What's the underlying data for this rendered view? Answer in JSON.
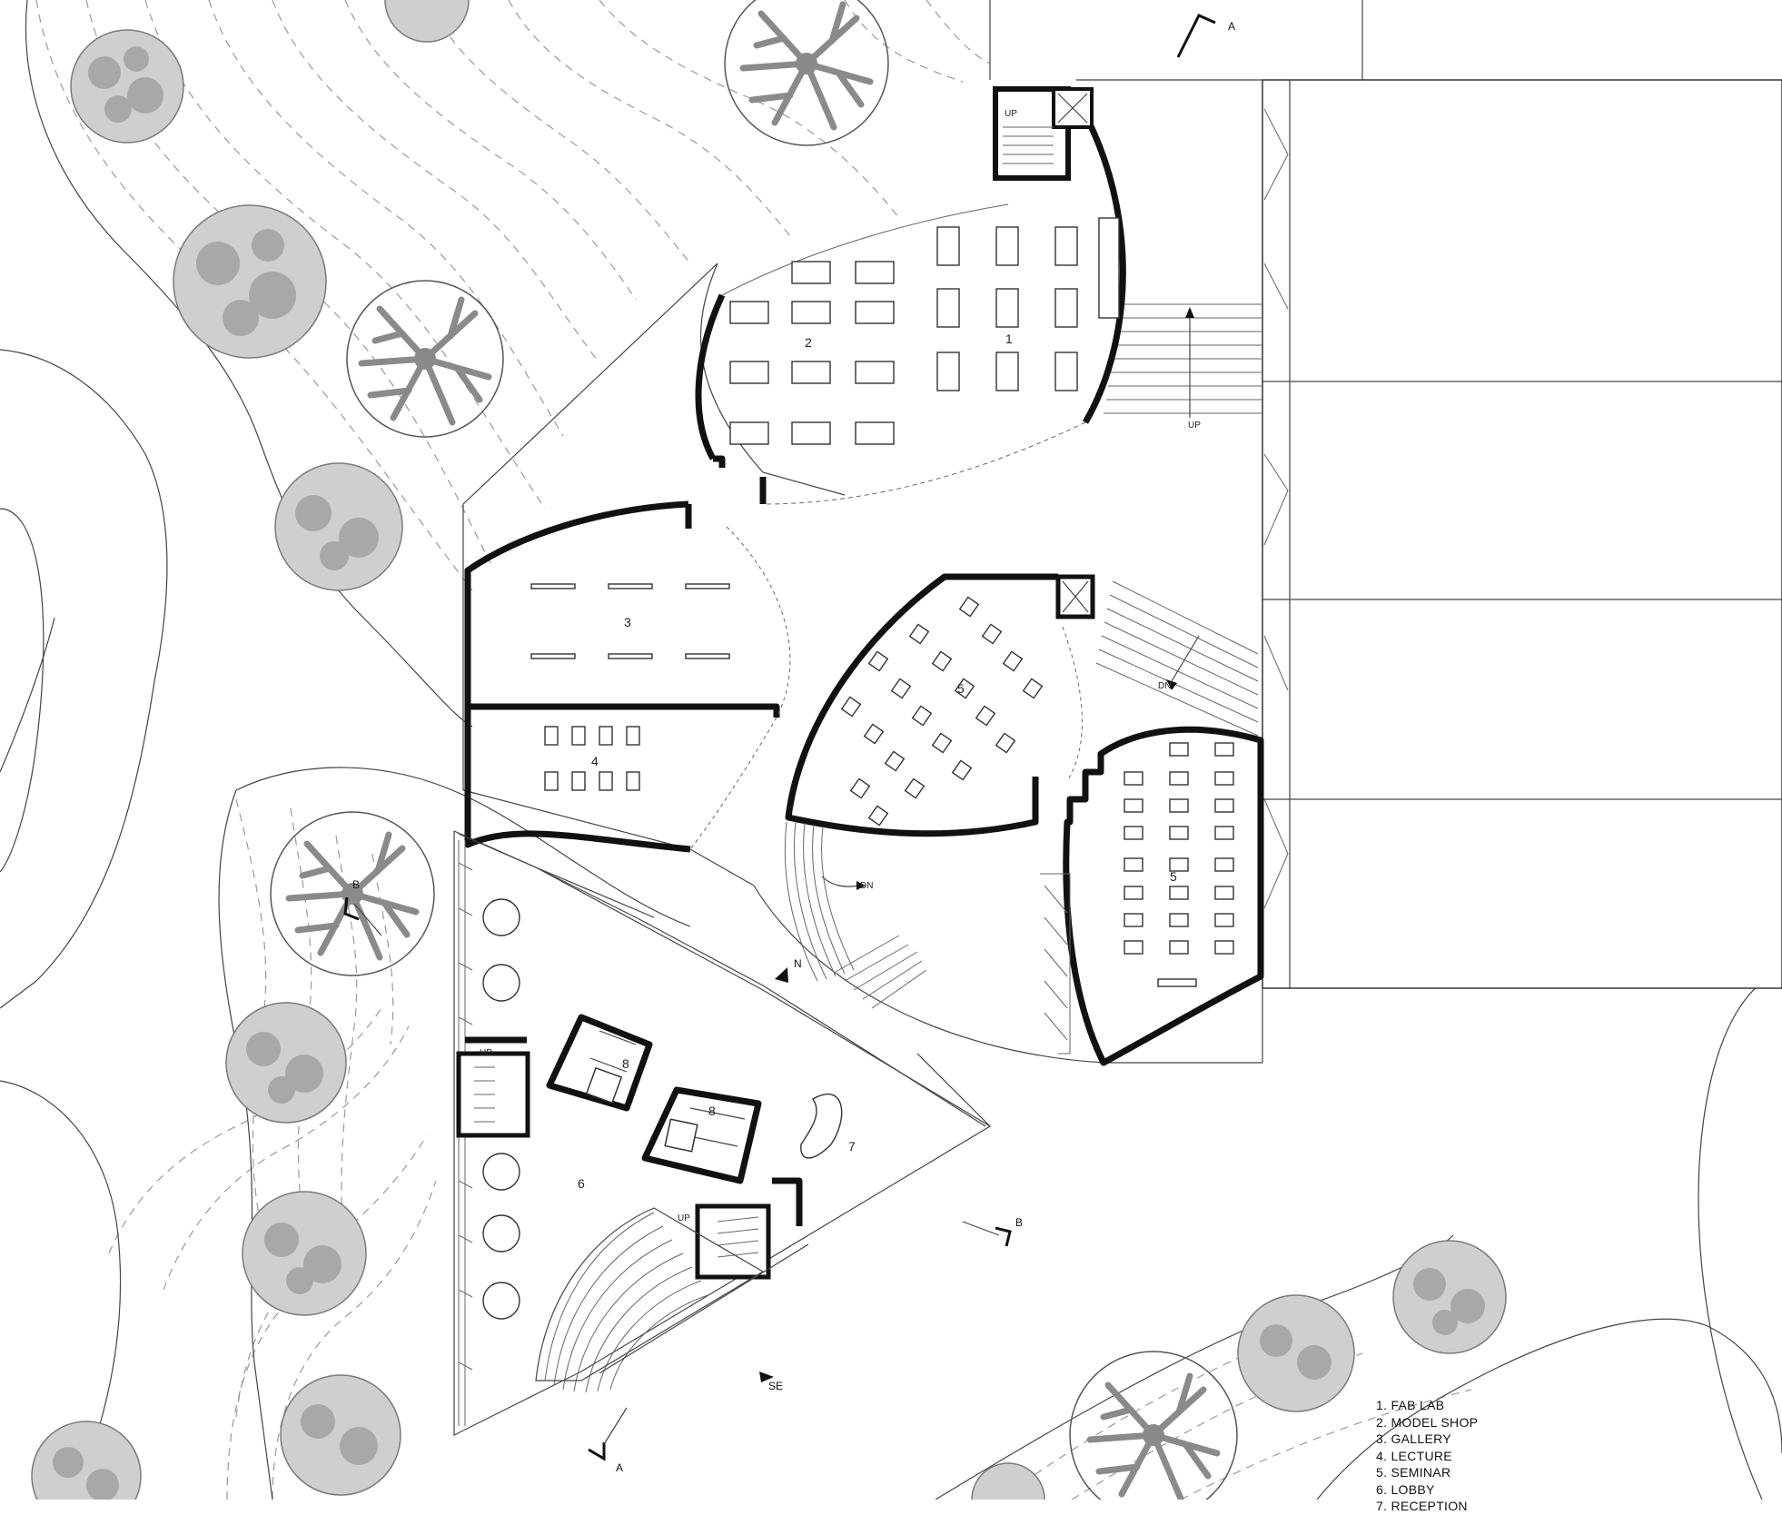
{
  "legend": [
    "1. FAB LAB",
    "2. MODEL SHOP",
    "3. GALLERY",
    "4. LECTURE",
    "5. SEMINAR",
    "6. LOBBY",
    "7. RECEPTION"
  ],
  "room_numbers": {
    "fab_lab": "1",
    "model_shop": "2",
    "gallery": "3",
    "lecture": "4",
    "seminar_a": "5",
    "seminar_b": "5",
    "lobby": "6",
    "reception": "7",
    "restroom_a": "8",
    "restroom_b": "8"
  },
  "stair_labels": {
    "up_north_stair": "UP",
    "up_main_stair": "UP",
    "dn_east_stair": "DN",
    "dn_south_stair": "DN",
    "up_lobby_stair": "UP",
    "up_auditorium": "UP"
  },
  "section_markers": {
    "a_top": "A",
    "a_bottom": "A",
    "b_left": "B",
    "b_right": "B"
  },
  "orientation": {
    "north": "N",
    "southeast": "SE"
  },
  "colors": {
    "wall": "#111111",
    "tree_fill": "#cfcfcf",
    "topo_line": "#9a9a9a"
  }
}
